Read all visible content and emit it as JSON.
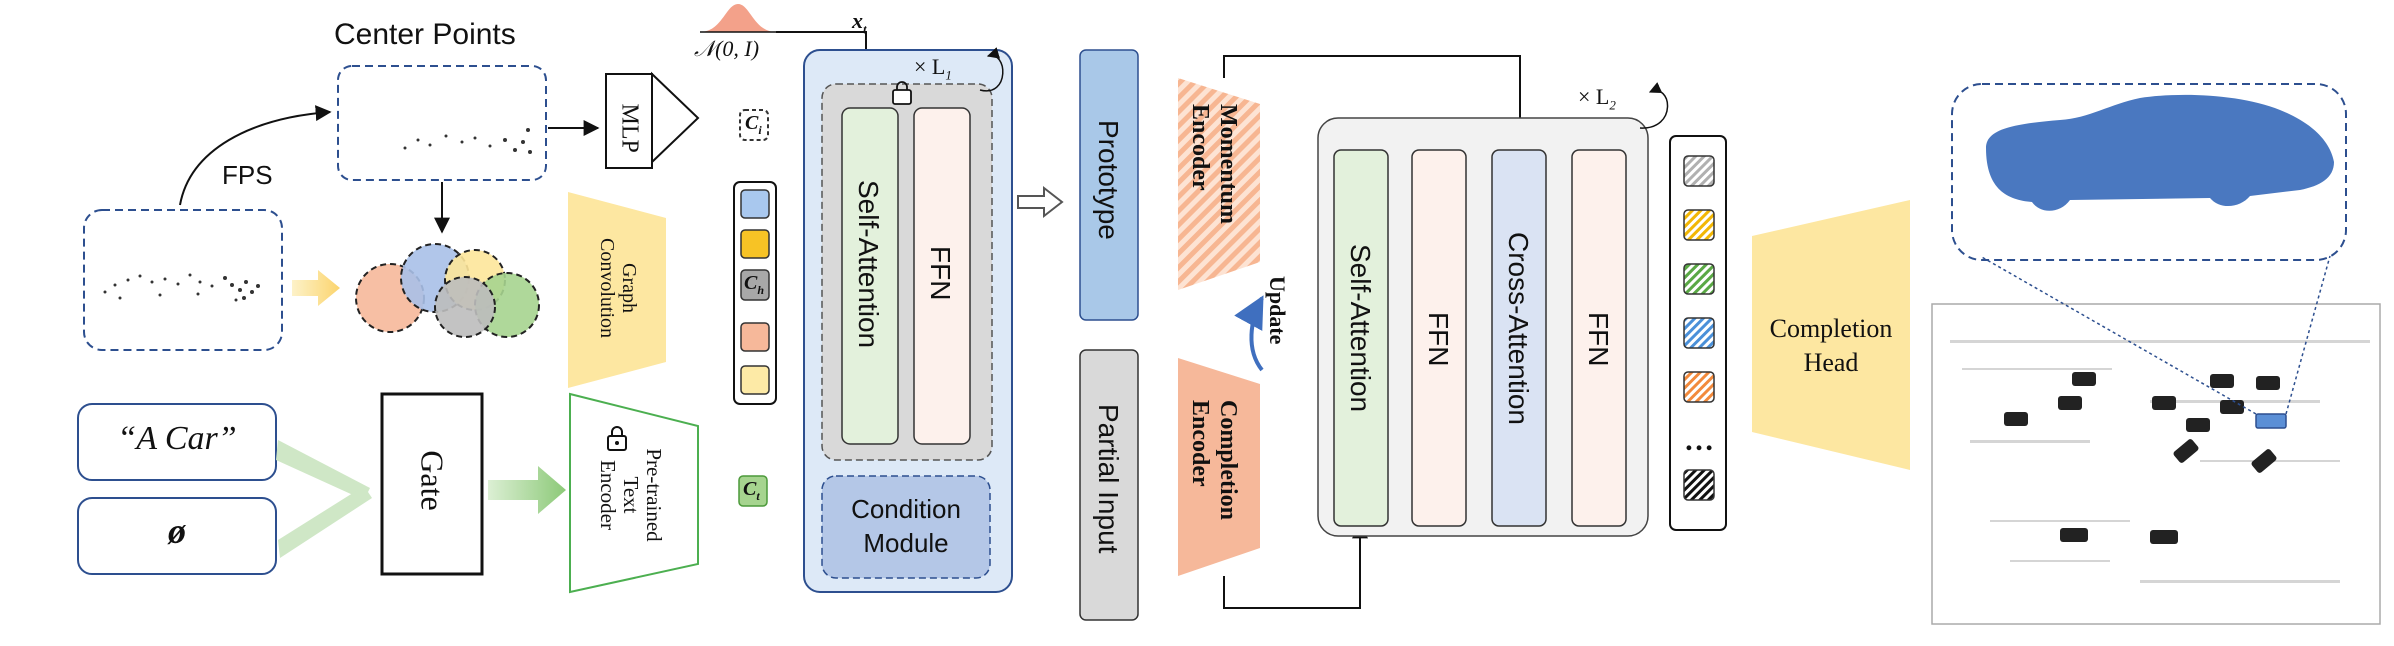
{
  "colors": {
    "blue_panel": "#dde9f7",
    "blue_border": "#2d4f8f",
    "gray_panel": "#d9d9d9",
    "green_box": "#e3f1dc",
    "pink_box": "#fdf1ec",
    "prototype": "#a9c8e8",
    "condition": "#b4c7e7",
    "trapezoid_yellow": "#fde7a1",
    "orange_encoder": "#f6b89a",
    "cross_attention": "#dae3f3",
    "outline_green": "#4caf50"
  },
  "left": {
    "center_points_title": "Center Points",
    "fps_label": "FPS",
    "mlp_label": "MLP",
    "graph_conv_label": "Graph\nConvolution",
    "text_a_car": "“A Car”",
    "text_empty": "ø",
    "gate_label": "Gate",
    "text_encoder_label": "Pre-trained\nText\nEncoder"
  },
  "tokens": {
    "ci": "C",
    "ci_sub": "i",
    "ch": "C",
    "ch_sub": "h",
    "ct": "C",
    "ct_sub": "t"
  },
  "noise": {
    "gaussian_label": "𝒩(0, I)",
    "xt_label": "x",
    "xt_sub": "t"
  },
  "denoiser": {
    "repeat": "× L",
    "repeat_sub": "1",
    "self_attention": "Self-Attention",
    "ffn": "FFN",
    "condition_module": "Condition\nModule"
  },
  "middle": {
    "prototype": "Prototype",
    "partial_input": "Partial Input",
    "momentum_encoder": "Momentum\nEncoder",
    "completion_encoder": "Completion\nEncoder",
    "update": "Update"
  },
  "decoder": {
    "repeat": "× L",
    "repeat_sub": "2",
    "self_attention": "Self-Attention",
    "ffn1": "FFN",
    "cross_attention": "Cross-Attention",
    "ffn2": "FFN",
    "ellipsis": "…"
  },
  "head": {
    "completion_head": "Completion\nHead"
  }
}
